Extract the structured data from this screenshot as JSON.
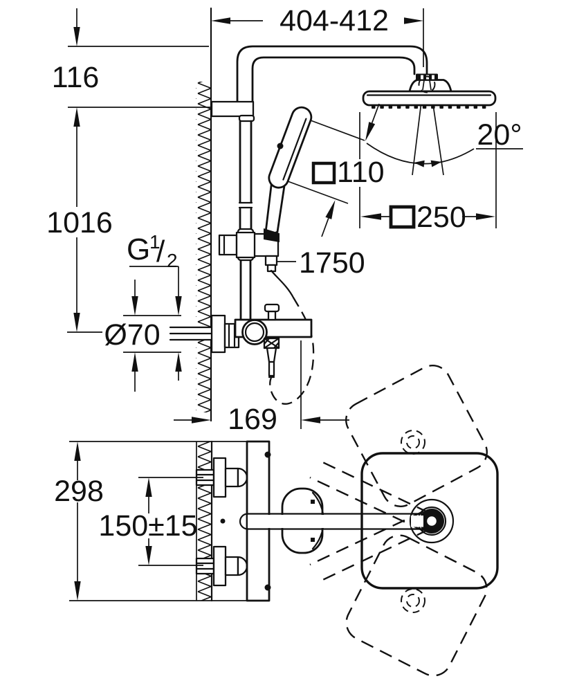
{
  "drawing": {
    "type": "technical-dimension-drawing",
    "subject": "wall-mounted shower system with head shower, hand shower and bath thermostat, front view and plan view",
    "background_color": "#ffffff",
    "line_color": "#111111"
  },
  "symbols": {
    "square": "□",
    "diameter": "Ø",
    "degree": "°",
    "plus_minus": "±"
  },
  "labels": {
    "arm_reach": "404-412",
    "arm_top_offset": "116",
    "riser_height": "1016",
    "thread_g": "G",
    "thread_num": "1",
    "thread_slash": "/",
    "thread_den": "2",
    "escutcheon": "Ø70",
    "hand_face": "110",
    "head_face": "250",
    "swivel_angle": "20°",
    "hose_length": "1750",
    "projection": "169",
    "plan_height": "298",
    "inlet_spacing": "150±15"
  }
}
